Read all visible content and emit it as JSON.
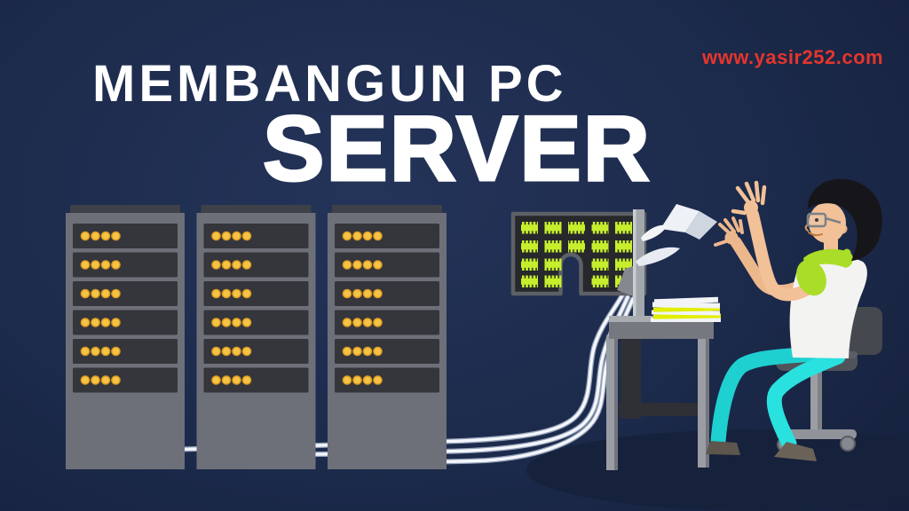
{
  "title": {
    "line1": "MEMBANGUN PC",
    "line2": "SERVER"
  },
  "watermark": {
    "url": "www.yasir252.com"
  },
  "illustration": {
    "server_racks": {
      "count": 3,
      "slots_per_rack": 6,
      "leds_per_slot": 4
    },
    "led_panel": {
      "chip_rows": 4,
      "chip_cols": 5,
      "notch_skips": [
        [
          2,
          2
        ],
        [
          3,
          2
        ]
      ]
    },
    "colors": {
      "background": "#1c2a4b",
      "background_edge": "#121d36",
      "accent_red": "#e6352c",
      "rack_frame": "#6d7078",
      "rack_top": "#3e4147",
      "slot_dark": "#34363c",
      "led_yellow": "#f6c445",
      "led_edge": "#dd9a20",
      "panel_dark": "#26282c",
      "panel_border": "#5d6066",
      "chip_green": "#c6ee2d",
      "cable_white": "#f4f7fb",
      "cable_edge": "#93a0b8",
      "desk_gray": "#75787f",
      "desk_top": "#a9acb1",
      "leg_light": "#9a9da3",
      "under_desk": "#2e3036",
      "monitor_gray": "#a2a7ab",
      "pants_cyan": "#29e1de",
      "skin": "#f2c197",
      "skin_shadow": "#edb78c",
      "hair": "#16161a",
      "shirt": "#f3f3f2",
      "lime": "#a9dd27",
      "chair_dark": "#45484e",
      "chair_metal": "#9b9ea3",
      "shoe_dark": "#5d564c",
      "paper_white": "#f2f4f7",
      "paper_yellow": "#e2ee00",
      "shadow": "#16213c",
      "title_white": "#ffffff"
    }
  }
}
